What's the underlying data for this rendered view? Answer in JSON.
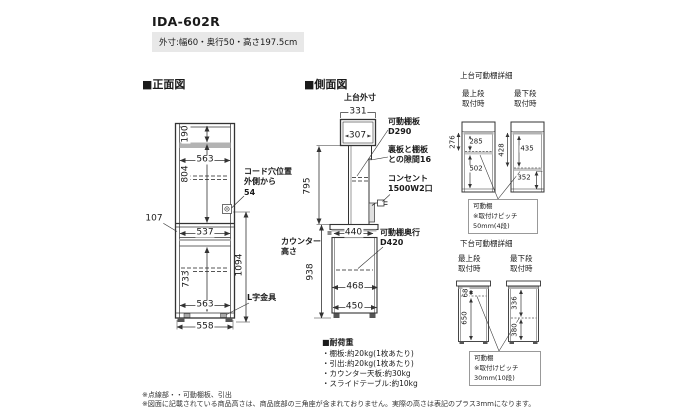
{
  "page": {
    "title": "IDA-602R",
    "subtitle": "外寸:幅60・奥行50・高さ197.5cm"
  },
  "colors": {
    "shaded_band": "#b3b3b3",
    "subtitle_bg": "#e8e8e8",
    "line": "#333333"
  },
  "front_view": {
    "heading": "■正面図",
    "dims": {
      "d190": "190",
      "d563_top": "563",
      "d804": "804",
      "d107": "107",
      "d537": "537",
      "d733": "733",
      "d563_bottom": "563",
      "d558": "558",
      "d1094": "1094"
    },
    "labels": {
      "cord_hole": "コード穴位置\n外側から\n54",
      "l_bracket": "L字金具"
    }
  },
  "side_view": {
    "heading": "■側面図",
    "upper_outer_label": "上台外寸",
    "dims": {
      "d331": "331",
      "d307": "307",
      "d795": "795",
      "d938": "938",
      "d440": "440",
      "d468": "468",
      "d450": "450"
    },
    "labels": {
      "movable_shelf": "可動棚板\nD290",
      "back_gap": "裏板と棚板\nとの隙間16",
      "outlet": "コンセント\n1500W2口",
      "counter_height": "カウンター\n高さ",
      "movable_shelf_depth": "可動棚奥行\nD420"
    }
  },
  "upper_shelf_detail": {
    "title": "上台可動棚詳細",
    "top_label": "最上段\n取付時",
    "bottom_label": "最下段\n取付時",
    "dims": {
      "d276": "276",
      "d285": "285",
      "d502": "502",
      "d428": "428",
      "d435": "435",
      "d352": "352"
    },
    "note": "可動棚\n※取付けピッチ\n50mm(4段)"
  },
  "lower_shelf_detail": {
    "title": "下台可動棚詳細",
    "top_label": "最上段\n取付時",
    "bottom_label": "最下段\n取付時",
    "dims": {
      "d68": "68",
      "d650": "650",
      "d336": "336",
      "d380": "380"
    },
    "note": "可動棚\n※取付けピッチ\n30mm(10段)"
  },
  "load_capacity": {
    "heading": "■耐荷重",
    "items": [
      "・棚板:約20kg(1枚あたり)",
      "・引出:約20kg(1枚あたり)",
      "・カウンター天板:約30kg",
      "・スライドテーブル:約10kg"
    ]
  },
  "footnotes": [
    "※点線部・・可動棚板、引出",
    "※図面に記載されている商品高さは、商品底部の三角座が含まれておりません。実際の高さは表記のプラス3mmになります。"
  ]
}
